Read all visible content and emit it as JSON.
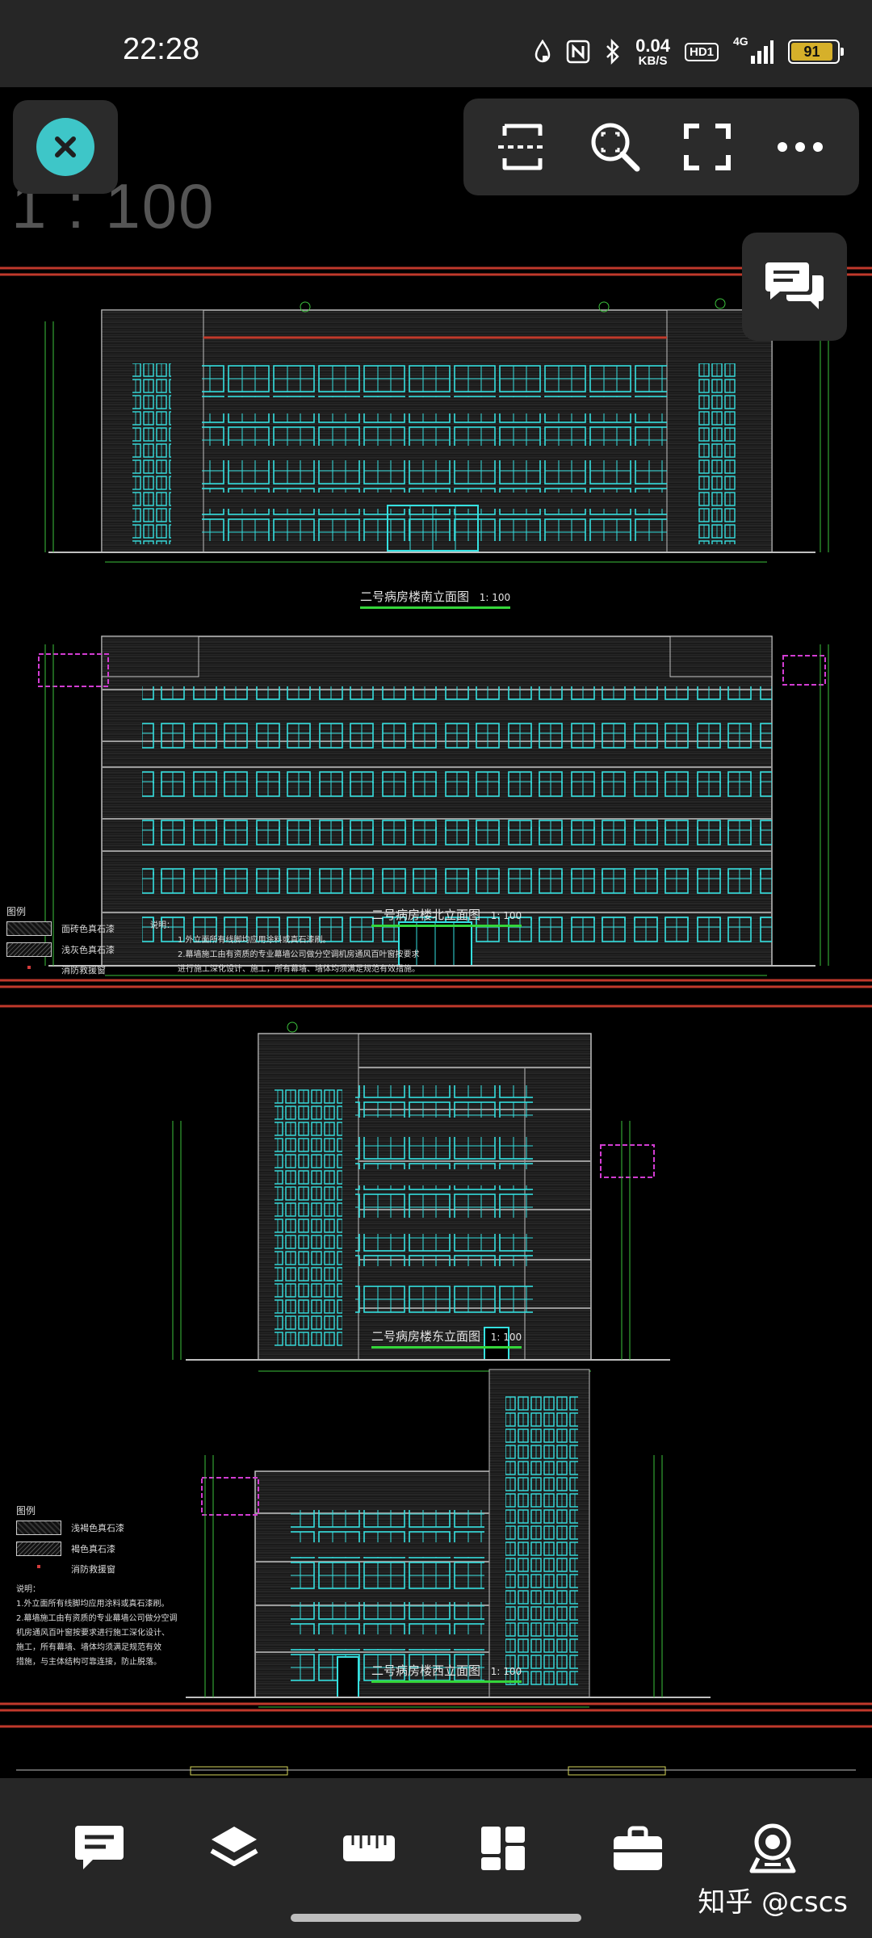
{
  "status_bar": {
    "time": "22:28",
    "net_speed_value": "0.04",
    "net_speed_unit": "KB/S",
    "hd_badge": "HD1",
    "signal_label": "4G",
    "battery_level": "91",
    "icons": [
      "water-drop-icon",
      "nfc-icon",
      "bluetooth-icon",
      "hd-badge",
      "signal-icon",
      "battery-icon"
    ]
  },
  "drawing": {
    "scale_label": "1 : 100",
    "sheets": [
      {
        "title": "二号病房楼南立面图",
        "scale": "1: 100"
      },
      {
        "title": "二号病房楼北立面图",
        "scale": "1: 100"
      },
      {
        "title": "二号病房楼东立面图",
        "scale": "1: 100"
      },
      {
        "title": "二号病房楼西立面图",
        "scale": "1: 100"
      }
    ],
    "legend_top": {
      "title": "图例",
      "items": [
        "面砖色真石漆",
        "浅灰色真石漆",
        "消防救援窗"
      ]
    },
    "legend_bottom": {
      "title": "图例",
      "items": [
        "浅褐色真石漆",
        "褐色真石漆",
        "消防救援窗"
      ]
    },
    "notes_top": {
      "title": "说明：",
      "lines": [
        "1.外立面所有线脚均应用涂料或真石漆刷。",
        "2.幕墙施工由有资质的专业幕墙公司做分空调机房通风百叶窗按要求",
        "  进行施工深化设计、施工，所有幕墙、墙体均须满足规范有效措施。"
      ]
    },
    "notes_bottom": {
      "title": "说明：",
      "lines": [
        "1.外立面所有线脚均应用涂料或真石漆刷。",
        "2.幕墙施工由有资质的专业幕墙公司做分空调",
        "机房通风百叶窗按要求进行施工深化设计、",
        "施工，所有幕墙、墙体均须满足规范有效",
        "措施，与主体结构可靠连接，防止脱落。"
      ]
    },
    "colors": {
      "window": "#35e0e0",
      "line": "#bfbfbf",
      "dimension": "#3cc23c",
      "red_band": "#c0392b",
      "magenta": "#d23cd2"
    }
  },
  "toolbar": {
    "close_icon": "close-icon",
    "tools": [
      "crop-scan-icon",
      "zoom-search-icon",
      "fullscreen-icon",
      "more-icon"
    ],
    "comment_icon": "comment-icon"
  },
  "bottom_nav": {
    "items": [
      "annotation-icon",
      "layers-icon",
      "ruler-icon",
      "apps-icon",
      "toolbox-icon",
      "survey-icon"
    ],
    "watermark": "知乎 @cscs"
  }
}
